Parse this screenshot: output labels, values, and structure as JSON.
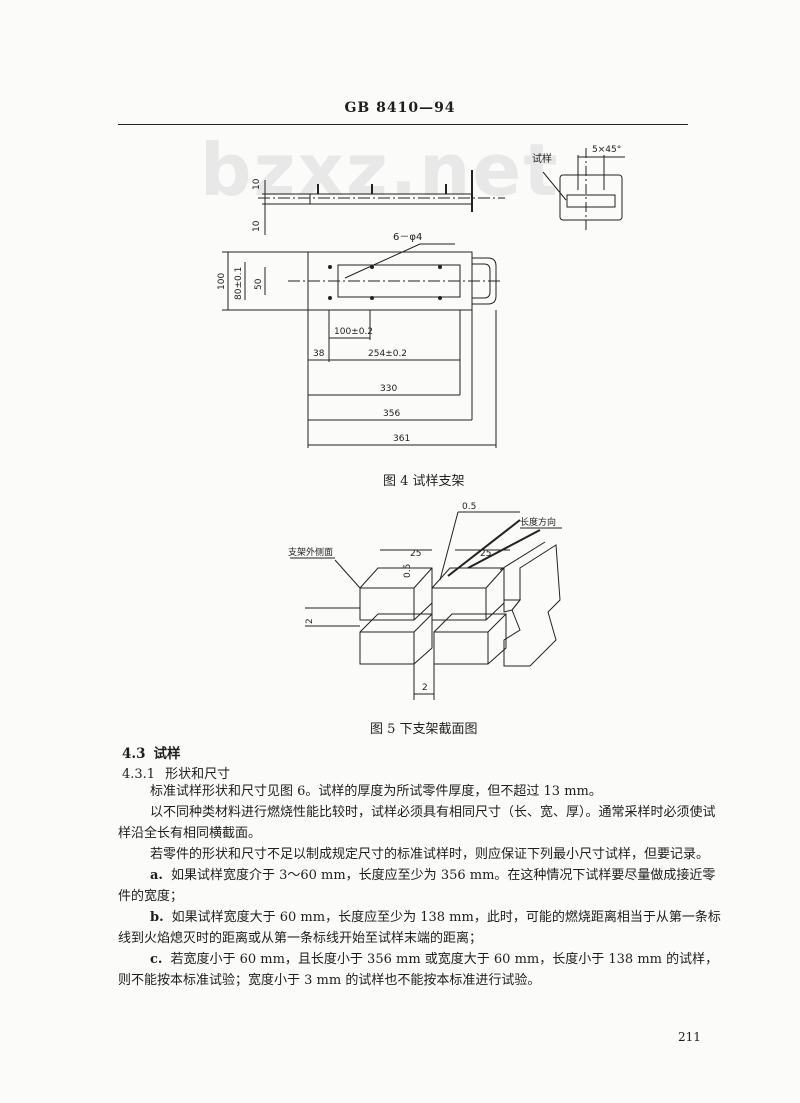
{
  "header": {
    "code": "GB 8410—94"
  },
  "watermark": "bzxz.net",
  "figure4": {
    "caption": "图 4   试样支架",
    "labels": {
      "specimen": "试样",
      "chamfer": "5×45°",
      "holes": "6－φ4",
      "d10a": "10",
      "d10b": "10",
      "d100": "100",
      "d80": "80±0.1",
      "d50": "50",
      "d100b": "100±0.2",
      "d38": "38",
      "d254": "254±0.2",
      "d330": "330",
      "d356": "356",
      "d361": "361"
    }
  },
  "figure5": {
    "caption": "图 5    下支架截面图",
    "labels": {
      "outer_side": "支架外侧面",
      "length_dir": "长度方向",
      "d05a": "0.5",
      "d05b": "0.5",
      "d25a": "25",
      "d25b": "25",
      "d2a": "2",
      "d2b": "2"
    }
  },
  "section": {
    "number": "4.3",
    "title": "试样",
    "sub_number": "4.3.1",
    "sub_title": "形状和尺寸",
    "paragraphs": [
      "标准试样形状和尺寸见图 6。试样的厚度为所试零件厚度，但不超过 13 mm。",
      "以不同种类材料进行燃烧性能比较时，试样必须具有相同尺寸（长、宽、厚）。通常采样时必须使试样沿全长有相同横截面。",
      "若零件的形状和尺寸不足以制成规定尺寸的标准试样时，则应保证下列最小尺寸试样，但要记录。"
    ],
    "items": [
      {
        "label": "a.",
        "text": "如果试样宽度介于 3～60 mm，长度应至少为 356 mm。在这种情况下试样要尽量做成接近零件的宽度；"
      },
      {
        "label": "b.",
        "text": "如果试样宽度大于 60 mm，长度应至少为 138 mm，此时，可能的燃烧距离相当于从第一条标线到火焰熄灭时的距离或从第一条标线开始至试样末端的距离；"
      },
      {
        "label": "c.",
        "text": "若宽度小于 60 mm，且长度小于 356 mm 或宽度大于 60 mm，长度小于 138 mm 的试样，则不能按本标准试验；宽度小于 3 mm 的试样也不能按本标准进行试验。"
      }
    ]
  },
  "page_number": "211"
}
